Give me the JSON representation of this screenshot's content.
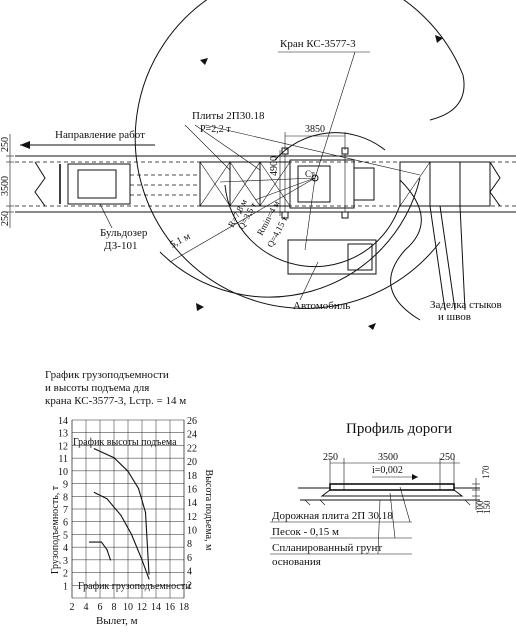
{
  "plan": {
    "crane_label": "Кран КС-3577-3",
    "work_direction": "Направление работ",
    "plates_label": "Плиты 2П30.18",
    "plates_weight": "P=2,2 т",
    "bulldozer_line1": "Бульдозер",
    "bulldozer_line2": "ДЗ-101",
    "vehicle_label": "Автомобиль",
    "joints_line1": "Заделка стыков",
    "joints_line2": "и швов",
    "dim_3850": "3850",
    "dim_4900": "4900",
    "dim_3500": "3500",
    "dim_250_top": "250",
    "dim_250_bottom": "250",
    "dim_51": "5,1 м",
    "radius_r": "R=7,8 м",
    "radius_q": "Q=3,5 т",
    "radius_rmin": "Rmin=4 м",
    "radius_qmax": "Q=4,15 т",
    "crane_center": "Ст."
  },
  "chart_caption": {
    "line1": "График грузоподъемности",
    "line2": "и высоты подъема для",
    "line3": "крана КС-3577-3, Lстр. = 14 м"
  },
  "profile": {
    "title": "Профиль дороги",
    "dim_250_left": "250",
    "dim_3500": "3500",
    "dim_250_right": "250",
    "slope": "i=0,002",
    "dim_170": "170",
    "dim_100": "100",
    "dim_150": "150",
    "layer1": "Дорожная плита 2П 30.18",
    "layer2": "Песок - 0,15 м",
    "layer3_line1": "Спланированный грунт",
    "layer3_line2": "основания"
  },
  "chart_data": {
    "type": "line",
    "xlabel": "Вылет, м",
    "ylabel": "Грузоподъемность, т",
    "y2label": "Высота подъема, м",
    "x_ticks": [
      "2",
      "4",
      "6",
      "8",
      "10",
      "12",
      "14",
      "16",
      "18"
    ],
    "y_ticks": [
      "1",
      "2",
      "3",
      "4",
      "5",
      "6",
      "7",
      "8",
      "9",
      "10",
      "11",
      "12",
      "13",
      "14"
    ],
    "y2_ticks": [
      "2",
      "4",
      "6",
      "8",
      "10",
      "12",
      "14",
      "16",
      "18",
      "20",
      "22",
      "24",
      "26"
    ],
    "xlim": [
      2,
      18
    ],
    "ylim": [
      0,
      14
    ],
    "y2lim": [
      0,
      26
    ],
    "series": [
      {
        "name": "График высоты подъема",
        "axis": "right",
        "x": [
          5.2,
          8,
          10,
          11.5,
          12.5,
          13
        ],
        "y": [
          21.8,
          20.5,
          18.5,
          16,
          12.5,
          3.5
        ]
      },
      {
        "name": "График грузоподъемности",
        "axis": "left",
        "x": [
          5.2,
          7,
          9,
          10.5,
          12,
          13
        ],
        "y": [
          8.3,
          7.8,
          6.5,
          5,
          3,
          1.5
        ]
      },
      {
        "name": "",
        "axis": "left",
        "x": [
          4.5,
          6.2,
          7,
          7.5
        ],
        "y": [
          4.4,
          4.4,
          3.8,
          3
        ]
      }
    ],
    "grid": true
  }
}
